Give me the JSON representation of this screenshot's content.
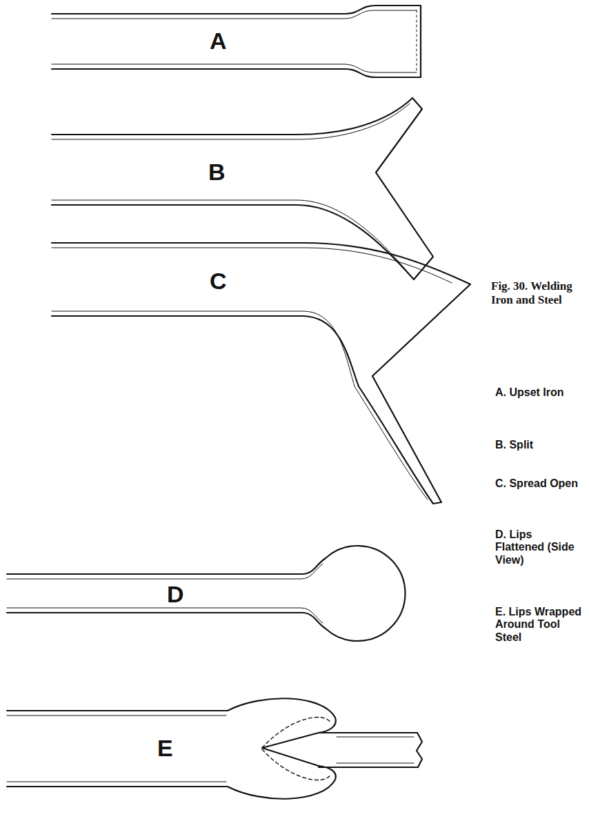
{
  "diagram": {
    "caption": "Fig. 30. Welding Iron and Steel",
    "labels": [
      "A",
      "B",
      "C",
      "D",
      "E",
      "A. Upset Iron",
      "B. Split",
      "C. Spread Open",
      "D. Lips Flattened (Side View)",
      "E. Lips Wrapped Around Tool Steel"
    ]
  }
}
